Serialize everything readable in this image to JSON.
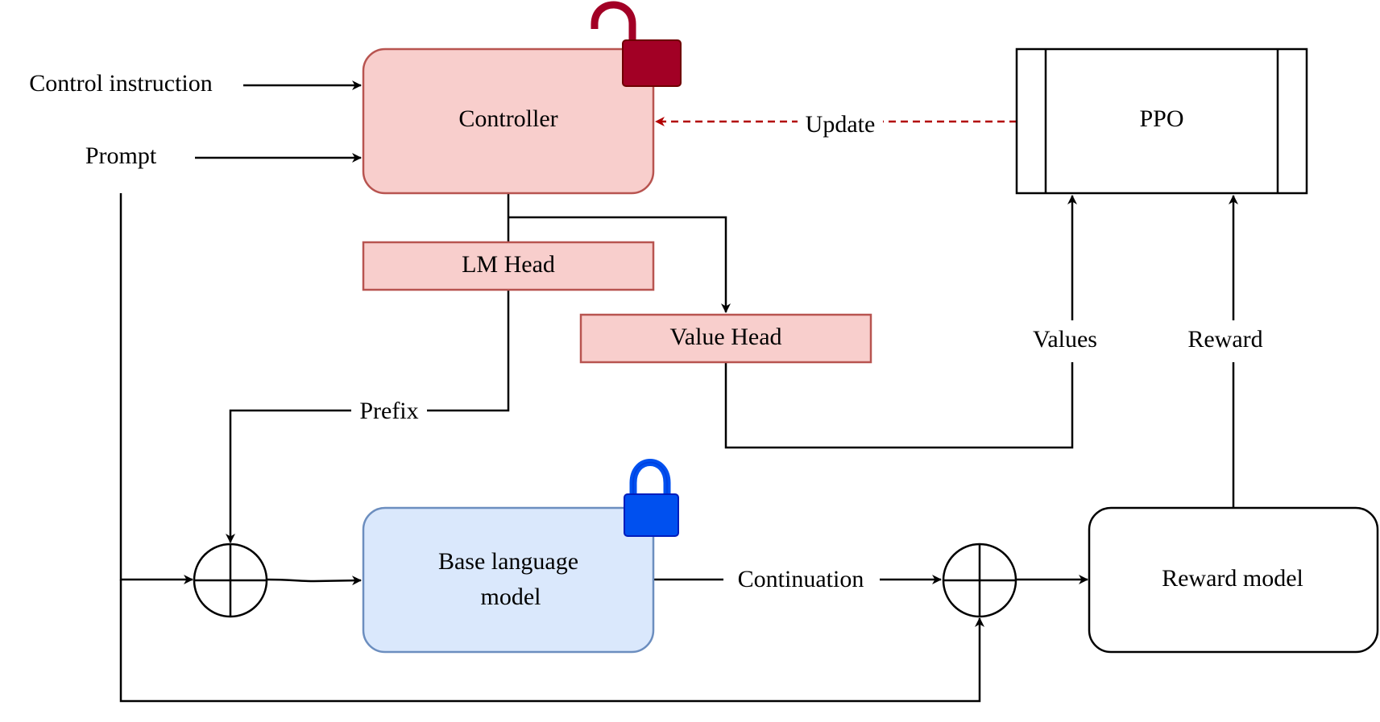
{
  "nodes": {
    "controller": "Controller",
    "lm_head": "LM Head",
    "value_head": "Value Head",
    "ppo": "PPO",
    "base_model_line1": "Base language",
    "base_model_line2": "model",
    "reward_model": "Reward model"
  },
  "inputs": {
    "control_instruction": "Control instruction",
    "prompt": "Prompt"
  },
  "edge_labels": {
    "update": "Update",
    "prefix": "Prefix",
    "continuation": "Continuation",
    "values": "Values",
    "reward": "Reward"
  },
  "icons": {
    "controller_lock": "unlocked-padlock-icon",
    "base_model_lock": "locked-padlock-icon"
  },
  "colors": {
    "trainable_fill": "#f8cecc",
    "trainable_stroke": "#b85450",
    "frozen_fill": "#dae8fc",
    "frozen_stroke": "#6c8ebf",
    "update_arrow": "#b20000",
    "unlocked_lock": "#a20025",
    "locked_lock": "#0050ef"
  }
}
